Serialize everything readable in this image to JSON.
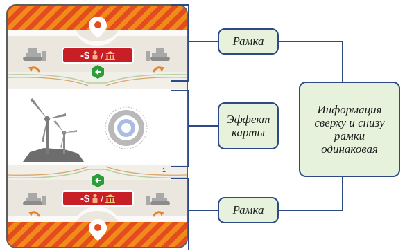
{
  "labels": {
    "frame_top": "Рамка",
    "effect": "Эффект карты",
    "frame_bottom": "Рамка",
    "info": "Информация сверху и снизу рамки одинаковая"
  },
  "card": {
    "cost_badge": "-$",
    "number": "1",
    "icons": [
      "location-pin-icon",
      "bulldozer-icon",
      "person-icon",
      "bank-icon",
      "arrow-icon",
      "green-badge-icon",
      "wind-turbine-icon",
      "circle-target-icon"
    ]
  },
  "colors": {
    "stripe_red": "#e24c1e",
    "stripe_orange": "#f18a1a",
    "connector": "#2d4a86",
    "label_fill": "#e6f2dc",
    "badge_red": "#c81e26",
    "badge_green": "#2f9c3b"
  }
}
